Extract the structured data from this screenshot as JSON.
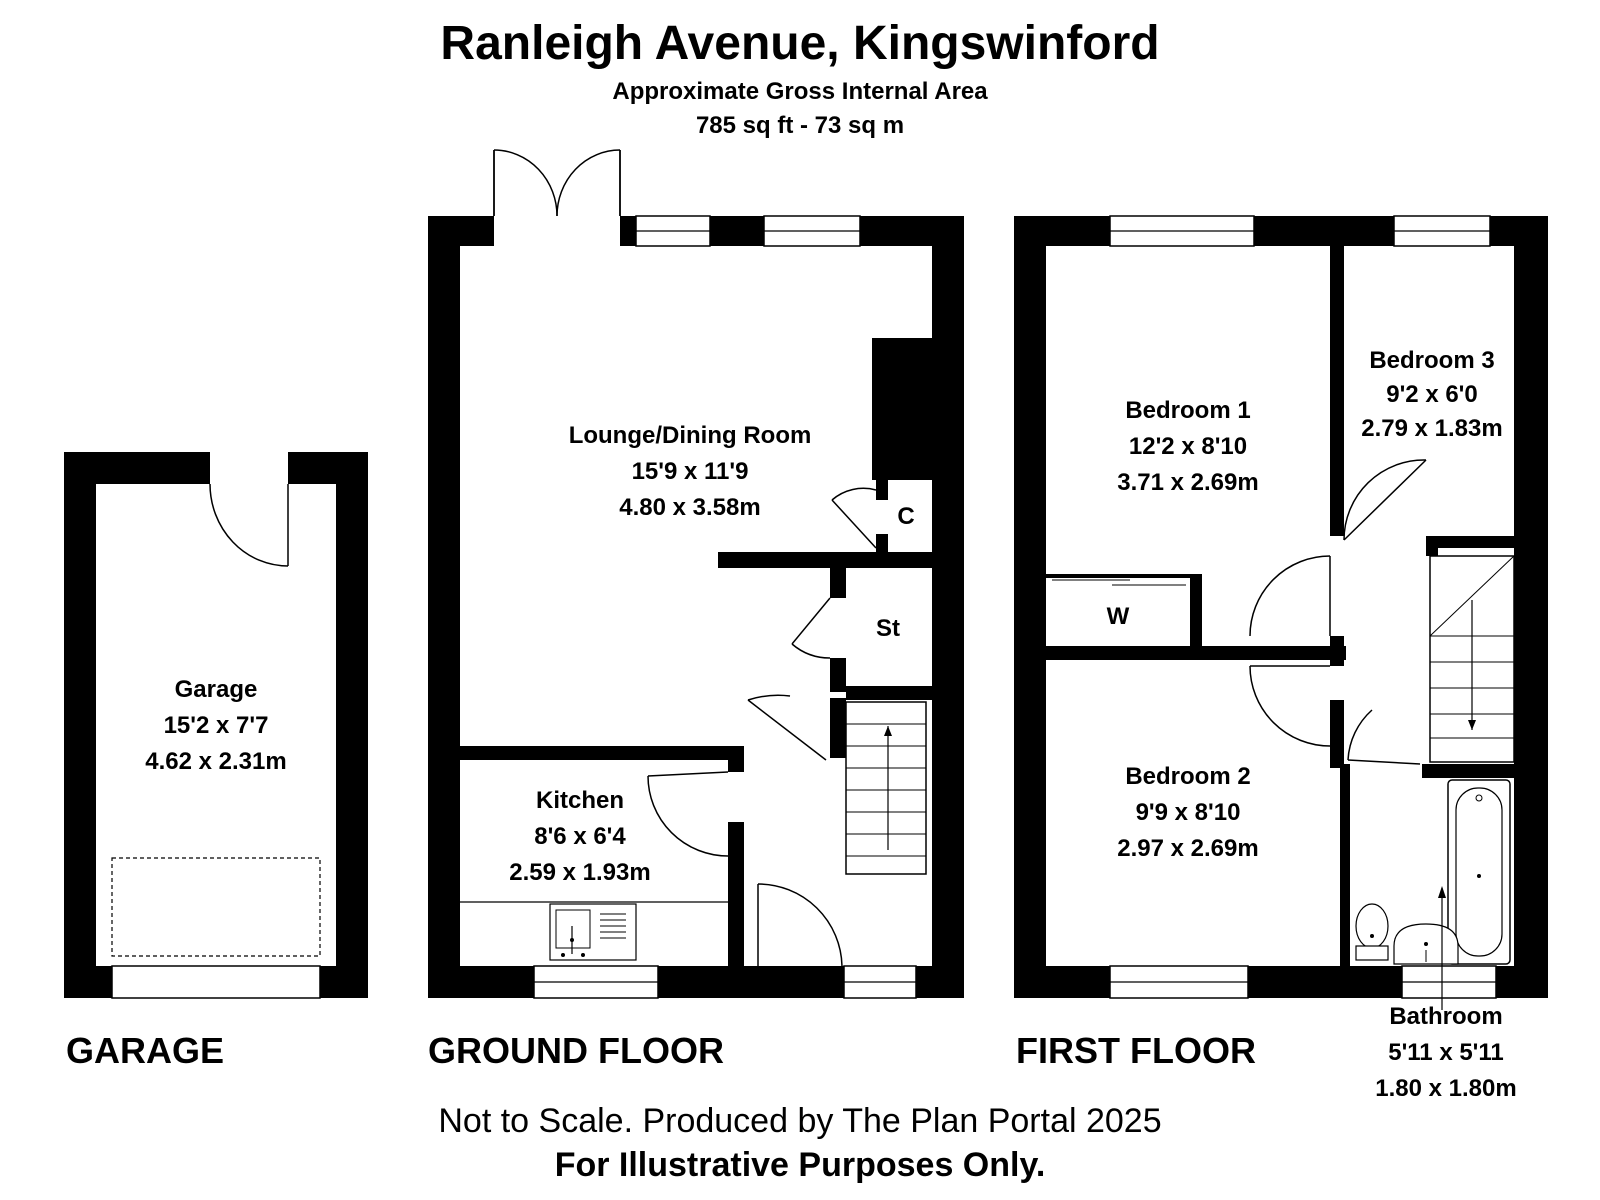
{
  "header": {
    "title": "Ranleigh Avenue, Kingswinford",
    "subtitle": "Approximate Gross Internal Area",
    "area": "785 sq ft - 73 sq m"
  },
  "floors": {
    "garage": "GARAGE",
    "ground": "GROUND FLOOR",
    "first": "FIRST FLOOR"
  },
  "rooms": {
    "garage": {
      "name": "Garage",
      "imperial": "15'2 x 7'7",
      "metric": "4.62 x 2.31m"
    },
    "lounge": {
      "name": "Lounge/Dining Room",
      "imperial": "15'9 x 11'9",
      "metric": "4.80 x 3.58m"
    },
    "kitchen": {
      "name": "Kitchen",
      "imperial": "8'6 x 6'4",
      "metric": "2.59 x 1.93m"
    },
    "bedroom1": {
      "name": "Bedroom 1",
      "imperial": "12'2 x 8'10",
      "metric": "3.71 x 2.69m"
    },
    "bedroom2": {
      "name": "Bedroom 2",
      "imperial": "9'9 x 8'10",
      "metric": "2.97 x 2.69m"
    },
    "bedroom3": {
      "name": "Bedroom 3",
      "imperial": "9'2 x 6'0",
      "metric": "2.79 x 1.83m"
    },
    "bathroom": {
      "name": "Bathroom",
      "imperial": "5'11 x 5'11",
      "metric": "1.80 x 1.80m"
    }
  },
  "small_labels": {
    "cupboard": "C",
    "store": "St",
    "wardrobe": "W"
  },
  "footer": {
    "note": "Not to Scale. Produced by The Plan Portal 2025",
    "disclaimer": "For Illustrative Purposes Only."
  }
}
